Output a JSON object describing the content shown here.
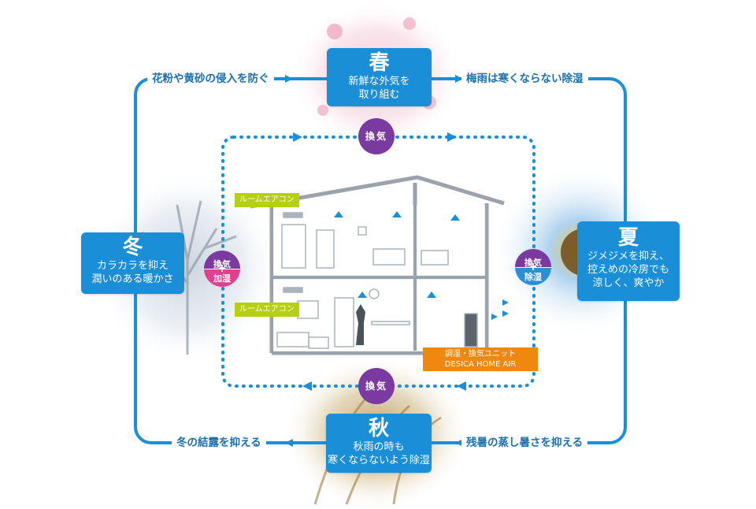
{
  "seasons": {
    "spring": {
      "title": "春",
      "desc": "新鮮な外気を\n取り組む"
    },
    "summer": {
      "title": "夏",
      "desc": "ジメジメを抑え、\n控えめの冷房でも\n涼しく、爽やか"
    },
    "autumn": {
      "title": "秋",
      "desc": "秋雨の時も\n寒くならないよう除湿"
    },
    "winter": {
      "title": "冬",
      "desc": "カラカラを抑え\n潤いのある暖かさ"
    }
  },
  "loop_labels": {
    "top_left": "花粉や黄砂の侵入を防ぐ",
    "top_right": "梅雨は寒くならない除湿",
    "bottom_left": "冬の結露を抑える",
    "bottom_right": "残暑の蒸し暑さを抑える"
  },
  "ventilation": {
    "top": "換気",
    "bottom": "換気",
    "left_top": "換気",
    "left_plus": "+",
    "left_bottom": "加湿",
    "right_top": "換気",
    "right_plus": "+",
    "right_bottom": "除湿"
  },
  "house": {
    "aircon_upper": "ルームエアコン",
    "aircon_lower": "ルームエアコン",
    "unit_line1": "調湿・換気ユニット",
    "unit_line2": "DESICA HOME AIR"
  },
  "colors": {
    "loop_blue": "#1a8fd8",
    "dot_blue": "#1a8fd8",
    "vent_purple": "#7a3aa0",
    "humidify_pink": "#e0408f",
    "dehumidify_blue": "#2b8fd8",
    "aircon_tag": "#b6cf11",
    "unit_tag": "#f0870f",
    "house_gray": "#9aa2ab"
  }
}
